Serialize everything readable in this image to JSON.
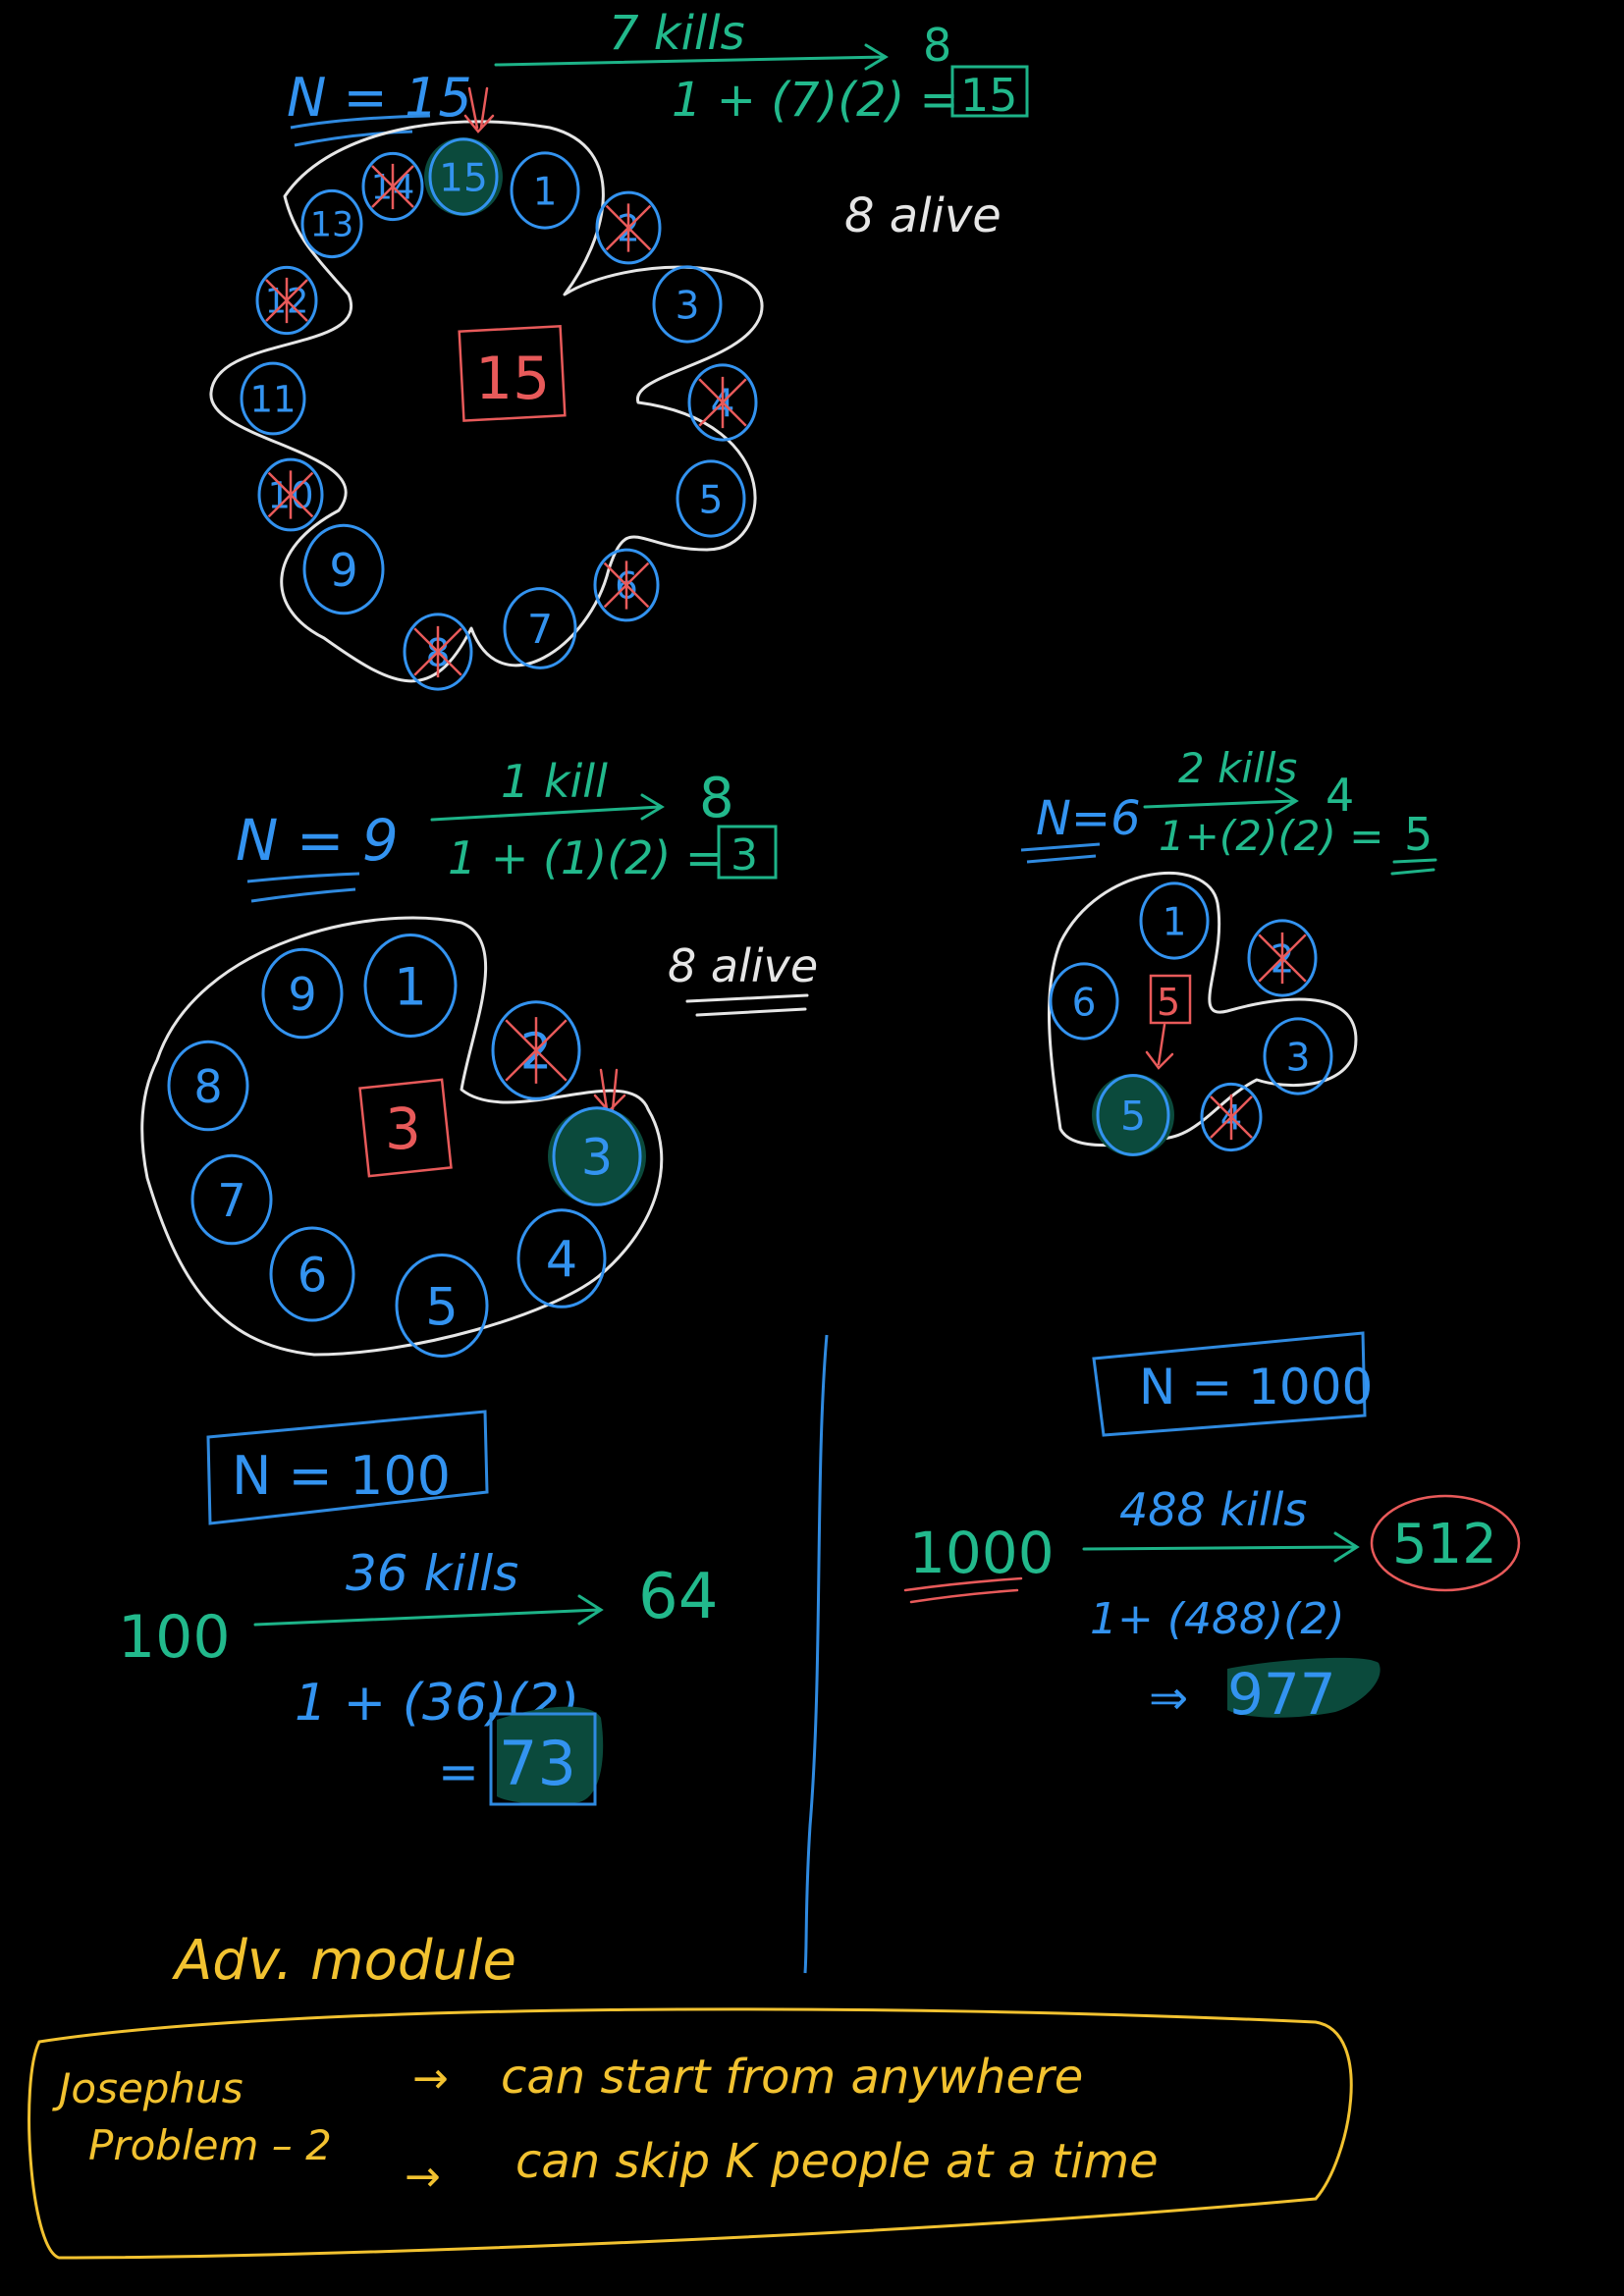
{
  "colors": {
    "background": "#000000",
    "blue": "#3393f0",
    "green": "#22b98c",
    "red": "#e85a5a",
    "white": "#e6e6e6",
    "yellow": "#f2c230",
    "highlight": "#0b4a3c"
  },
  "diagram15": {
    "n_label": "N = 15",
    "kills": "7 kills",
    "arrow_target": "8",
    "formula": "1 + (7)(2) =",
    "result": "15",
    "alive_note": "8 alive",
    "center": "15",
    "nodes": [
      "15",
      "1",
      "2",
      "3",
      "4",
      "5",
      "6",
      "7",
      "8",
      "9",
      "10",
      "11",
      "12",
      "13",
      "14"
    ]
  },
  "diagram9": {
    "n_label": "N = 9",
    "kills": "1 kill",
    "arrow_target": "8",
    "formula": "1 + (1)(2) =",
    "result": "3",
    "alive_note": "8 alive",
    "center": "3",
    "nodes": [
      "1",
      "2",
      "3",
      "4",
      "5",
      "6",
      "7",
      "8",
      "9"
    ]
  },
  "diagram6": {
    "n_label": "N=6",
    "kills": "2 kills",
    "arrow_target": "4",
    "formula": "1+(2)(2) =",
    "result": "5",
    "center": "5",
    "nodes": [
      "1",
      "2",
      "3",
      "4",
      "5",
      "6"
    ]
  },
  "example100": {
    "n_label": "N = 100",
    "start": "100",
    "kills": "36 kills",
    "arrow_target": "64",
    "formula": "1 + (36)(2)",
    "equals": "=",
    "result": "73"
  },
  "example1000": {
    "n_label": "N = 1000",
    "start": "1000",
    "kills": "488 kills",
    "arrow_target": "512",
    "formula": "1+ (488)(2)",
    "implies": "⇒",
    "result": "977"
  },
  "footer": {
    "module": "Adv. module",
    "problem_line1": "Josephus",
    "problem_line2": "Problem – 2",
    "arrow": "→",
    "bullet1": "can start from anywhere",
    "bullet2": "can skip K people at a time"
  }
}
